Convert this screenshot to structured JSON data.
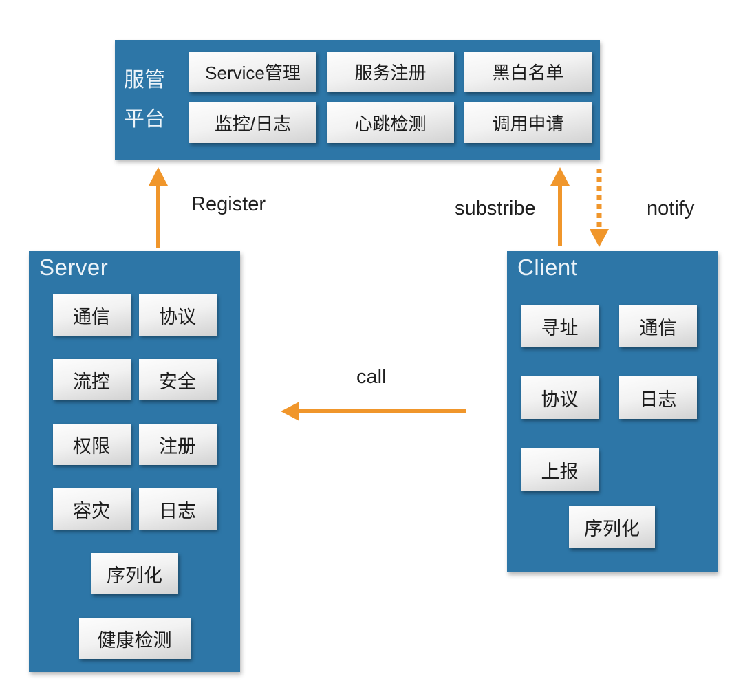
{
  "colors": {
    "box_blue": "#2D76A7",
    "arrow_orange": "#F0962B",
    "button_text": "#1c1c1c",
    "title_text": "#EDF4F9"
  },
  "platform": {
    "label": "服管平台",
    "buttons": [
      "Service管理",
      "服务注册",
      "黑白名单",
      "监控/日志",
      "心跳检测",
      "调用申请"
    ]
  },
  "server": {
    "title": "Server",
    "rows": [
      [
        "通信",
        "协议"
      ],
      [
        "流控",
        "安全"
      ],
      [
        "权限",
        "注册"
      ],
      [
        "容灾",
        "日志"
      ],
      [
        "序列化"
      ],
      [
        "健康检测"
      ]
    ]
  },
  "client": {
    "title": "Client",
    "rows": [
      [
        "寻址",
        "通信"
      ],
      [
        "协议",
        "日志"
      ],
      [
        "上报"
      ],
      [
        "序列化"
      ]
    ]
  },
  "arrows": {
    "register": "Register",
    "subscribe": "substribe",
    "notify": "notify",
    "call": "call"
  }
}
